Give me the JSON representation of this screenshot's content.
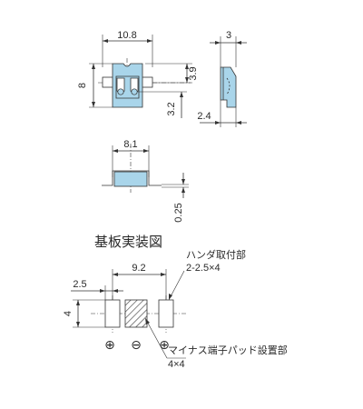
{
  "colors": {
    "body_fill": "#a9d5ea",
    "line": "#333333",
    "text": "#2a2a2a"
  },
  "top_view": {
    "dim_width": "10.8",
    "dim_height": "8",
    "dim_hole_offset": "3.9",
    "dim_hole_gap": "3.2"
  },
  "side_view": {
    "dim_width": "3",
    "dim_lead": "2.4"
  },
  "front_view": {
    "dim_width": "8.1",
    "dim_thickness": "0.25"
  },
  "pcb_layout": {
    "title": "基板実装図",
    "dim_offset": "2.5",
    "dim_pitch": "9.2",
    "dim_pad_height": "4",
    "label_solder": "ハンダ取付部",
    "label_solder_spec": "2-2.5×4",
    "label_minus_pad": "マイナス端子パッド設置部",
    "label_minus_spec": "4×4",
    "pad_symbols": [
      "⊕",
      "⊖",
      "⊕"
    ]
  }
}
